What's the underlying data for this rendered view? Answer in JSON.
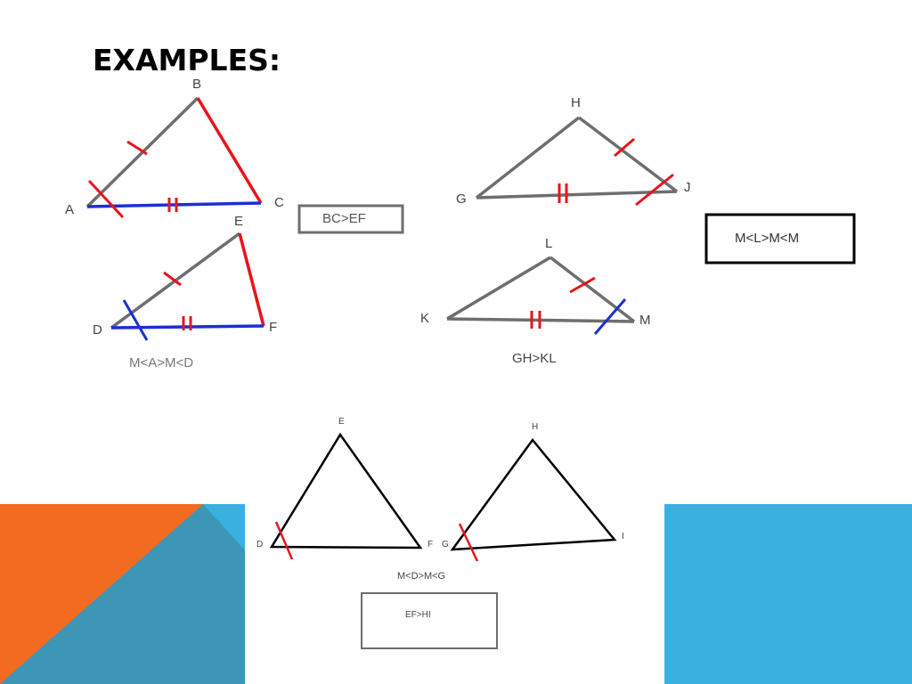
{
  "slide": {
    "title": "EXAMPLES:"
  },
  "colors": {
    "orange": "#f36b21",
    "steel_blue": "#3d96b5",
    "sky_blue": "#3ab0df",
    "gray_line": "#6e6e6e",
    "red_mark": "#e8141c",
    "blue_line": "#1c2fd4",
    "black_line": "#000000"
  },
  "figure1": {
    "tri1": {
      "A": "A",
      "B": "B",
      "C": "C"
    },
    "tri2": {
      "D": "D",
      "E": "E",
      "F": "F"
    },
    "box_text": "BC>EF",
    "caption": "M<A>M<D"
  },
  "figure2": {
    "tri1": {
      "G": "G",
      "H": "H",
      "J": "J"
    },
    "tri2": {
      "K": "K",
      "L": "L",
      "M": "M"
    },
    "box_text": "M<L>M<M",
    "caption": "GH>KL"
  },
  "figure3": {
    "tri1": {
      "D": "D",
      "E": "E",
      "F": "F"
    },
    "tri2": {
      "G": "G",
      "H": "H",
      "I": "I"
    },
    "caption": "M<D>M<G",
    "box_text": "EF>HI"
  }
}
